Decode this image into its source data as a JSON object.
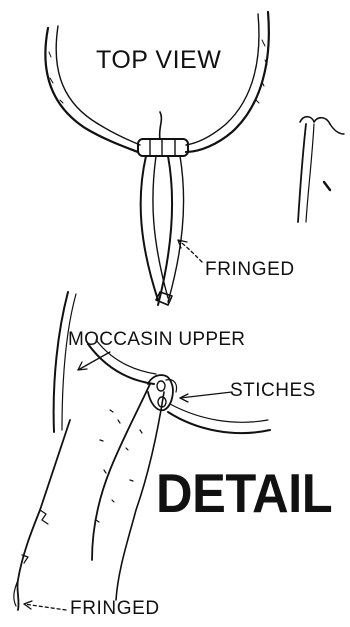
{
  "labels": {
    "top_view": "TOP VIEW",
    "fringed_top": "FRINGED",
    "moccasin_upper": "MOCCASIN UPPER",
    "stitches": "STICHES",
    "detail": "DETAIL",
    "fringed_bottom": "FRINGED"
  },
  "colors": {
    "ink": "#111111",
    "paper": "#ffffff"
  }
}
